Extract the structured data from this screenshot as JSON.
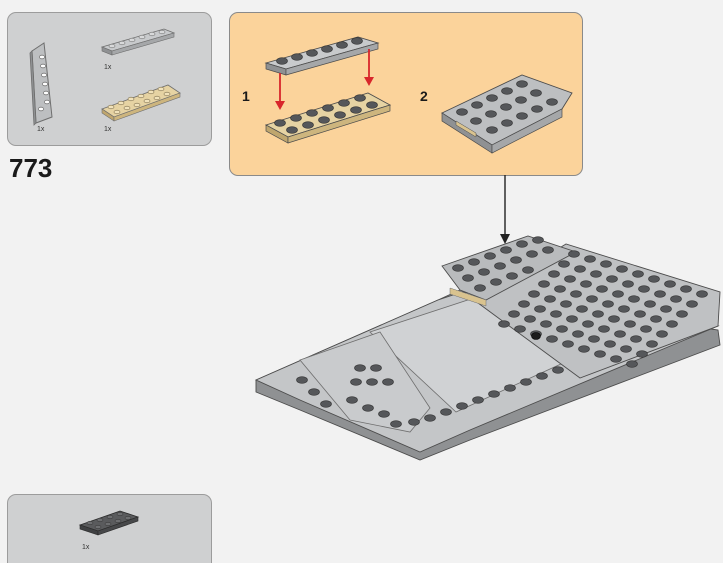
{
  "step": {
    "number": "773"
  },
  "parts_list": {
    "items": [
      {
        "qty": "1x",
        "color": "#bdbfc1",
        "icon": "wedge-plate-gray"
      },
      {
        "qty": "1x",
        "color": "#bdbfc1",
        "icon": "plate-1x6-gray"
      },
      {
        "qty": "1x",
        "color": "#d9c38f",
        "icon": "plate-2x6-tan"
      }
    ]
  },
  "substeps": [
    {
      "number": "1"
    },
    {
      "number": "2"
    }
  ],
  "bottom_parts": {
    "items": [
      {
        "qty": "1x",
        "color": "#5a5b5d",
        "icon": "plate-2x4-dark-gray"
      }
    ]
  },
  "colors": {
    "callout_bg": "#fbd39b",
    "parts_bg": "#cfd0d1",
    "arrow_red": "#d8262b",
    "light_gray": "#bdbfc1",
    "dark_gray": "#5a5b5d",
    "tan": "#d9c38f"
  }
}
